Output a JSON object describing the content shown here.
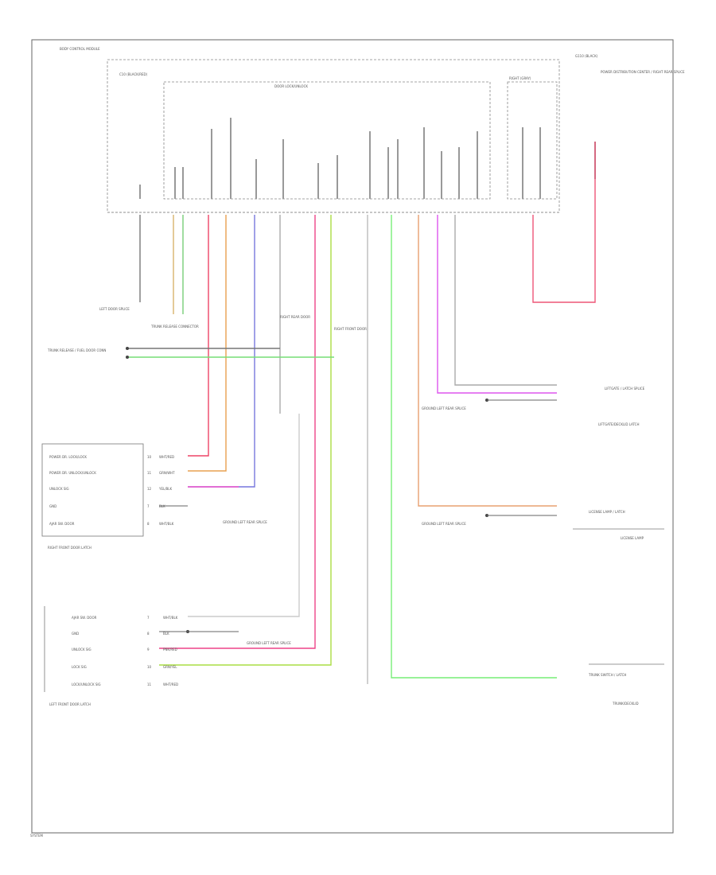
{
  "modules": {
    "bcm": "BODY CONTROL MODULE",
    "bcm_sub1": "C10 (BLACK/RED)",
    "bcm_sub2": "DOOR LOCK/UNLOCK",
    "bcm_sub3": "RIGHT (GRAY)",
    "ground_top": "G110 (BLACK)",
    "power_label": "POWER DISTRIBUTION CENTER / RIGHT REAR SPLICE"
  },
  "connectors": {
    "left_splice": "LEFT DOOR SPLICE",
    "trunk_release": "TRUNK RELEASE CONNECTOR",
    "right_rear_door": "RIGHT REAR DOOR",
    "right_front_door": "RIGHT FRONT DOOR",
    "trunk_connector": "TRUNK RELEASE / FUEL DOOR CONN",
    "liftgate_splice": "LIFTGATE / LATCH SPLICE",
    "ground_splice_a": "GROUND LEFT REAR SPLICE",
    "ground_splice_b": "GROUND LEFT REAR SPLICE",
    "ground_splice_c": "GROUND LEFT REAR SPLICE",
    "ground_splice_d": "GROUND LEFT REAR SPLICE",
    "license_lamp": "LICENSE LAMP / LATCH",
    "trunk_lamp_sw": "TRUNK SWITCH / LATCH"
  },
  "right_latch_pins": [
    {
      "label": "POWER DR. LOCK/LOCK",
      "num": "10",
      "wire": "WHT/RED"
    },
    {
      "label": "POWER DR. UNLOCK/UNLOCK",
      "num": "11",
      "wire": "GRN/WHT"
    },
    {
      "label": "UNLOCK SIG",
      "num": "12",
      "wire": "YEL/BLK"
    },
    {
      "label": "GND",
      "num": "7",
      "wire": "BLK"
    },
    {
      "label": "AJAR SW. DOOR",
      "num": "8",
      "wire": "WHT/BLK"
    }
  ],
  "left_latch_pins": [
    {
      "label": "AJAR SW. DOOR",
      "num": "7",
      "wire": "WHT/BLK"
    },
    {
      "label": "GND",
      "num": "8",
      "wire": "BLK"
    },
    {
      "label": "UNLOCK SIG",
      "num": "9",
      "wire": "PNK/RED"
    },
    {
      "label": "LOCK SIG",
      "num": "10",
      "wire": "GRN/YEL"
    },
    {
      "label": "LOCK/UNLOCK SIG",
      "num": "11",
      "wire": "WHT/RED"
    }
  ],
  "sections": {
    "right_front": "RIGHT FRONT DOOR LATCH",
    "left_front": "LEFT FRONT DOOR LATCH",
    "liftgate": "LIFTGATE/DECKLID LATCH",
    "license": "LICENSE LAMP",
    "trunk": "TRUNK/DECKLID"
  },
  "footer": "SYSTEM"
}
